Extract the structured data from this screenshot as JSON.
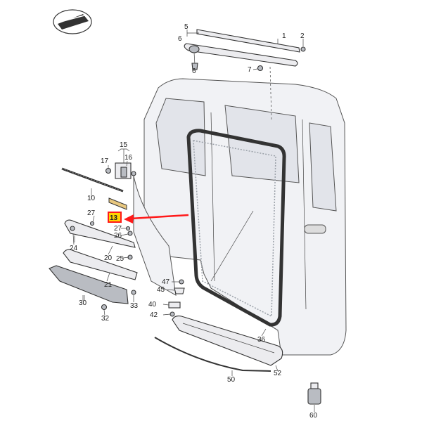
{
  "labels": {
    "p1": "1",
    "p2": "2",
    "p5": "5",
    "p6a": "6",
    "p6b": "6",
    "p7": "7",
    "p10": "10",
    "p13": "13",
    "p15": "15",
    "p16": "16",
    "p17": "17",
    "p20": "20",
    "p21": "21",
    "p24": "24",
    "p25": "25",
    "p26": "26",
    "p27a": "27",
    "p27b": "27",
    "p30": "30",
    "p32": "32",
    "p33": "33",
    "p36": "36",
    "p40": "40",
    "p42": "42",
    "p45": "45",
    "p47": "47",
    "p50": "50",
    "p52": "52",
    "p60": "60"
  },
  "colors": {
    "highlight": "#ff1a1a",
    "highlight_fill": "#ffd400",
    "part_fill": "#ececef",
    "outline": "#333333"
  },
  "icons": {
    "logo": "oval-emblem-icon",
    "pointer": "red-arrow-icon"
  }
}
